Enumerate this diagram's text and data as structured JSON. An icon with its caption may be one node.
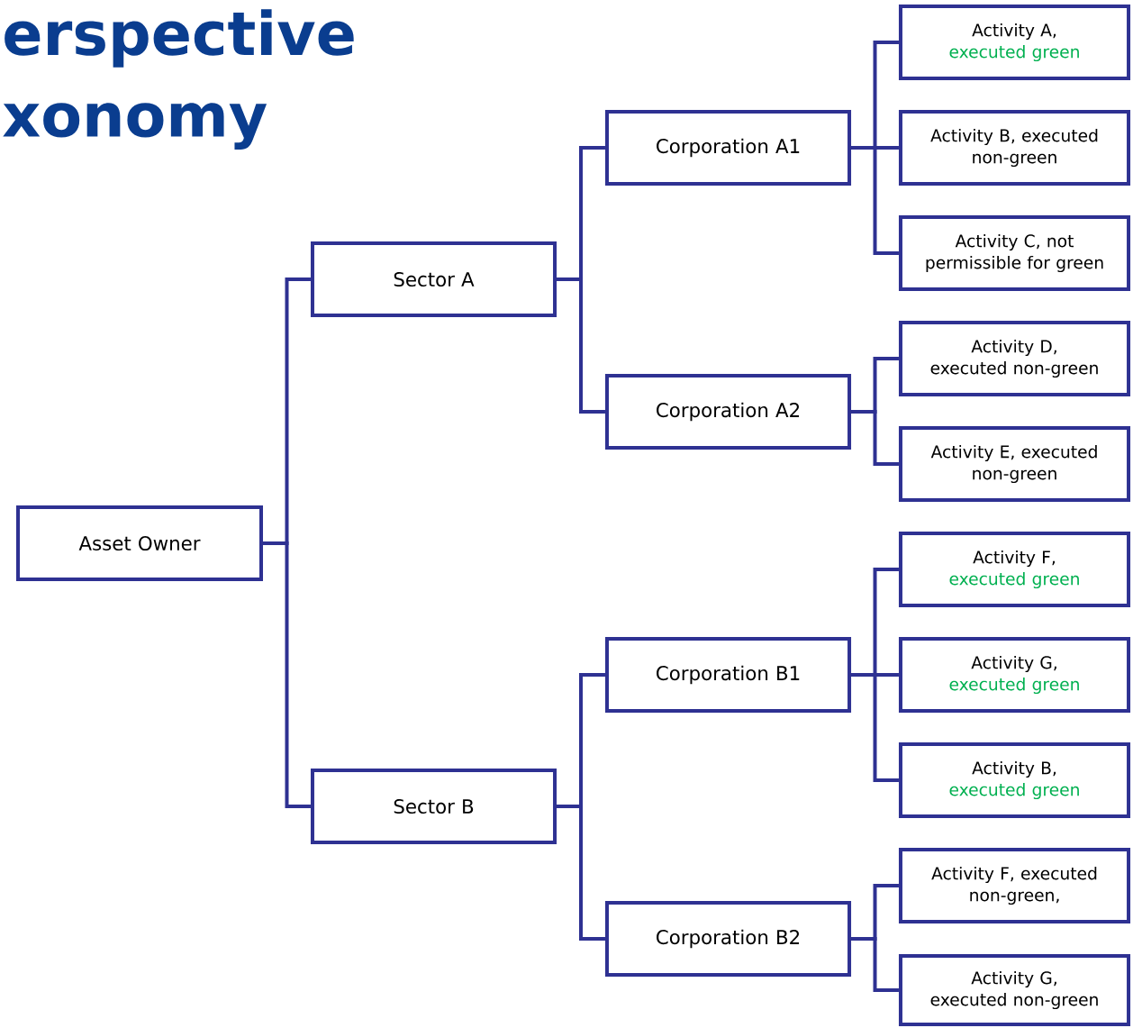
{
  "diagram": {
    "title": "erspective xonomy",
    "nodes": [
      {
        "text": [
          "Asset Owner"
        ]
      },
      {
        "text": [
          "Sector A"
        ]
      },
      {
        "text": [
          "Sector B"
        ]
      },
      {
        "text": [
          "Corporation A1"
        ]
      },
      {
        "text": [
          "Corporation A2"
        ]
      },
      {
        "text": [
          "Corporation B1"
        ]
      },
      {
        "text": [
          "Corporation B2"
        ]
      },
      {
        "text": [
          "Activity A,",
          "executed green"
        ]
      },
      {
        "text": [
          "Activity B, executed non-green"
        ]
      },
      {
        "text": [
          "Activity C, not permissible for green"
        ]
      },
      {
        "text": [
          "Activity D, executed non-green"
        ]
      },
      {
        "text": [
          "Activity E, executed non-green"
        ]
      },
      {
        "text": [
          "Activity F,",
          "executed green"
        ]
      },
      {
        "text": [
          "Activity G,",
          "executed green"
        ]
      },
      {
        "text": [
          "Activity B,",
          "executed green"
        ]
      },
      {
        "text": [
          "Activity F, executed non-green,"
        ]
      },
      {
        "text": [
          "Activity G, executed non-green"
        ]
      }
    ],
    "edges": [
      {
        "from": 0,
        "to": 1,
        "arrow": "none"
      },
      {
        "from": 0,
        "to": 2,
        "arrow": "none"
      },
      {
        "from": 1,
        "to": 3,
        "arrow": "none"
      },
      {
        "from": 1,
        "to": 4,
        "arrow": "none"
      },
      {
        "from": 2,
        "to": 5,
        "arrow": "none"
      },
      {
        "from": 2,
        "to": 6,
        "arrow": "none"
      },
      {
        "from": 3,
        "to": 7,
        "arrow": "none"
      },
      {
        "from": 3,
        "to": 8,
        "arrow": "none"
      },
      {
        "from": 3,
        "to": 9,
        "arrow": "none"
      },
      {
        "from": 4,
        "to": 10,
        "arrow": "none"
      },
      {
        "from": 4,
        "to": 11,
        "arrow": "none"
      },
      {
        "from": 5,
        "to": 12,
        "arrow": "none"
      },
      {
        "from": 5,
        "to": 13,
        "arrow": "none"
      },
      {
        "from": 5,
        "to": 14,
        "arrow": "none"
      },
      {
        "from": 6,
        "to": 15,
        "arrow": "none"
      },
      {
        "from": 6,
        "to": 16,
        "arrow": "none"
      }
    ]
  }
}
